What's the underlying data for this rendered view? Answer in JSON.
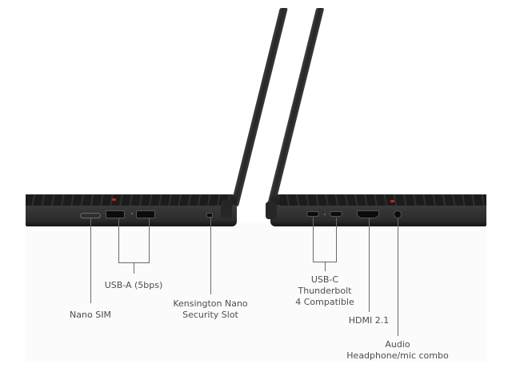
{
  "figure": {
    "type": "laptop-ports-diagram",
    "colors": {
      "chassis": "#1f1f1f",
      "trackpoint": "#d4202a",
      "callout_line": "#6b6b6b",
      "label_text": "#4d4d4d",
      "panel_bg": "#fbfbfb"
    }
  },
  "left_side": {
    "ports": [
      {
        "id": "nano-sim",
        "label": "Nano SIM"
      },
      {
        "id": "usb-a-1",
        "label": "USB-A (5bps)"
      },
      {
        "id": "usb-a-2",
        "label": "USB-A (5bps)"
      },
      {
        "id": "kensington",
        "label": "Kensington Nano Security Slot"
      }
    ],
    "labels": {
      "nano_sim": "Nano SIM",
      "usb_a": "USB-A (5bps)",
      "kensington_line1": "Kensington Nano",
      "kensington_line2": "Security Slot"
    }
  },
  "right_side": {
    "ports": [
      {
        "id": "usb-c-1",
        "label": "USB-C Thunderbolt 4 Compatible"
      },
      {
        "id": "usb-c-2",
        "label": "USB-C Thunderbolt 4 Compatible"
      },
      {
        "id": "hdmi",
        "label": "HDMI 2.1"
      },
      {
        "id": "audio",
        "label": "Audio Headphone/mic combo"
      }
    ],
    "labels": {
      "usbc_line1": "USB-C",
      "usbc_line2": "Thunderbolt",
      "usbc_line3": "4 Compatible",
      "hdmi": "HDMI 2.1",
      "audio_line1": "Audio",
      "audio_line2": "Headphone/mic combo"
    }
  }
}
